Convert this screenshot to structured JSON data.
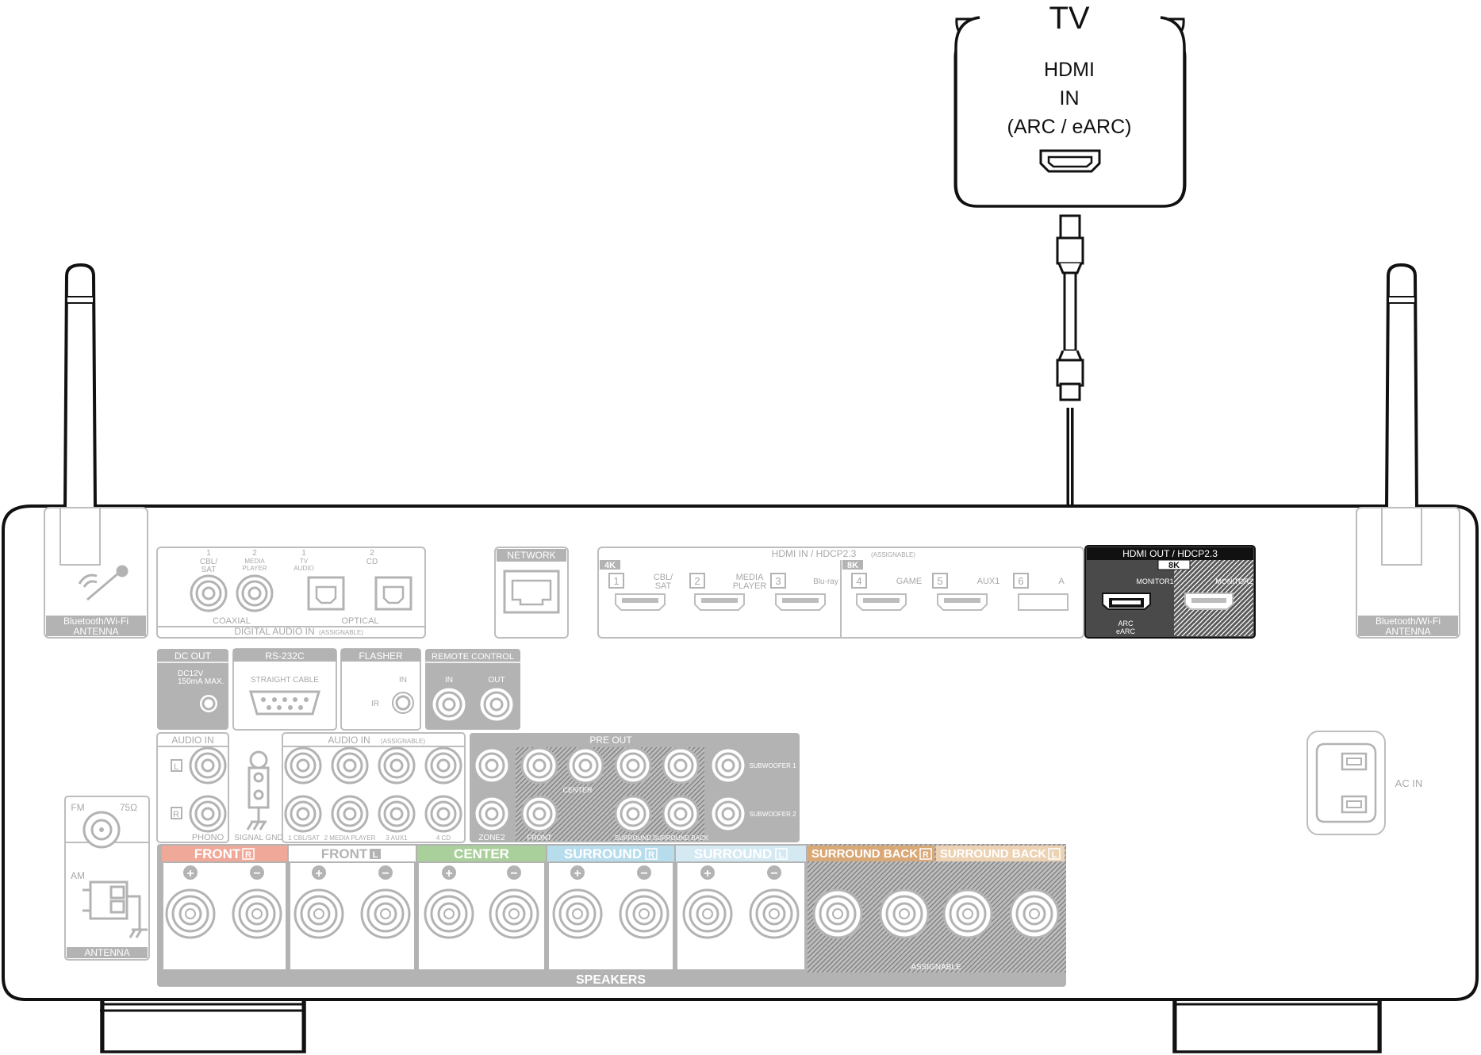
{
  "tv": {
    "title": "TV",
    "port_line1": "HDMI",
    "port_line2": "IN",
    "port_line3": "(ARC / eARC)"
  },
  "antenna": {
    "left_label1": "Bluetooth/Wi-Fi",
    "left_label2": "ANTENNA",
    "right_label1": "Bluetooth/Wi-Fi",
    "right_label2": "ANTENNA"
  },
  "digital_audio": {
    "n1": "1",
    "n1_label1": "CBL/",
    "n1_label2": "SAT",
    "n2": "2",
    "n2_label1": "MEDIA",
    "n2_label2": "PLAYER",
    "n3": "1",
    "n3_label1": "TV",
    "n3_label2": "AUDIO",
    "n4": "2",
    "n4_label": "CD",
    "coaxial": "COAXIAL",
    "optical": "OPTICAL",
    "title": "DIGITAL AUDIO IN",
    "assignable": "(ASSIGNABLE)"
  },
  "network": {
    "title": "NETWORK"
  },
  "hdmi_in": {
    "title": "HDMI IN / HDCP2.3",
    "assignable": "(ASSIGNABLE)",
    "badge_4k": "4K",
    "badge_8k": "8K",
    "ports": [
      {
        "num": "1",
        "label1": "CBL/",
        "label2": "SAT"
      },
      {
        "num": "2",
        "label1": "MEDIA",
        "label2": "PLAYER"
      },
      {
        "num": "3",
        "label1": "Blu-ray",
        "label2": ""
      },
      {
        "num": "4",
        "label1": "GAME",
        "label2": ""
      },
      {
        "num": "5",
        "label1": "AUX1",
        "label2": ""
      },
      {
        "num": "6",
        "label1": "A",
        "label2": ""
      }
    ]
  },
  "hdmi_out": {
    "title": "HDMI OUT / HDCP2.3",
    "badge_8k": "8K",
    "monitor1": "MONITOR1",
    "monitor2": "MONITOR2",
    "arc": "ARC",
    "earc": "eARC"
  },
  "dc_out": {
    "title": "DC OUT",
    "line1": "DC12V",
    "line2": "150mA MAX."
  },
  "rs232c": {
    "title": "RS-232C",
    "cable": "STRAIGHT CABLE"
  },
  "flasher": {
    "title": "FLASHER",
    "in": "IN",
    "ir": "IR"
  },
  "remote": {
    "title": "REMOTE CONTROL",
    "in": "IN",
    "out": "OUT"
  },
  "audio_in_phono": {
    "title": "AUDIO IN",
    "l": "L",
    "r": "R",
    "phono": "PHONO",
    "signal_gnd": "SIGNAL GND"
  },
  "audio_in": {
    "title": "AUDIO IN",
    "assignable": "(ASSIGNABLE)",
    "l1": "1 CBL/SAT",
    "l2": "2 MEDIA PLAYER",
    "l3": "3 AUX1",
    "l4": "4 CD"
  },
  "pre_out": {
    "title": "PRE OUT",
    "zone2": "ZONE2",
    "front": "FRONT",
    "center": "CENTER",
    "surround": "SURROUND",
    "surround_back": "SURROUND BACK",
    "sub1": "SUBWOOFER 1",
    "sub2": "SUBWOOFER 2"
  },
  "fm_am": {
    "fm": "FM",
    "ohm": "75Ω",
    "am": "AM",
    "antenna": "ANTENNA"
  },
  "ac_in": {
    "label": "AC IN"
  },
  "speakers": {
    "title": "SPEAKERS",
    "assignable": "ASSIGNABLE",
    "front_r": "FRONT",
    "front_l": "FRONT",
    "center": "CENTER",
    "surround_r": "SURROUND",
    "surround_l": "SURROUND",
    "surround_back_r": "SURROUND BACK",
    "surround_back_l": "SURROUND BACK",
    "r": "R",
    "l": "L",
    "plus": "+",
    "minus": "−"
  },
  "colors": {
    "front_r": "#f0a898",
    "center": "#a9cf9a",
    "surround_r": "#b7dcec",
    "surround_l": "#d5e9f2",
    "surround_back_r": "#d9a877",
    "surround_back_l": "#ecd2b3",
    "panel_grey": "#b3b3b3",
    "hdmi_out_bg": "#4a4a4a"
  }
}
